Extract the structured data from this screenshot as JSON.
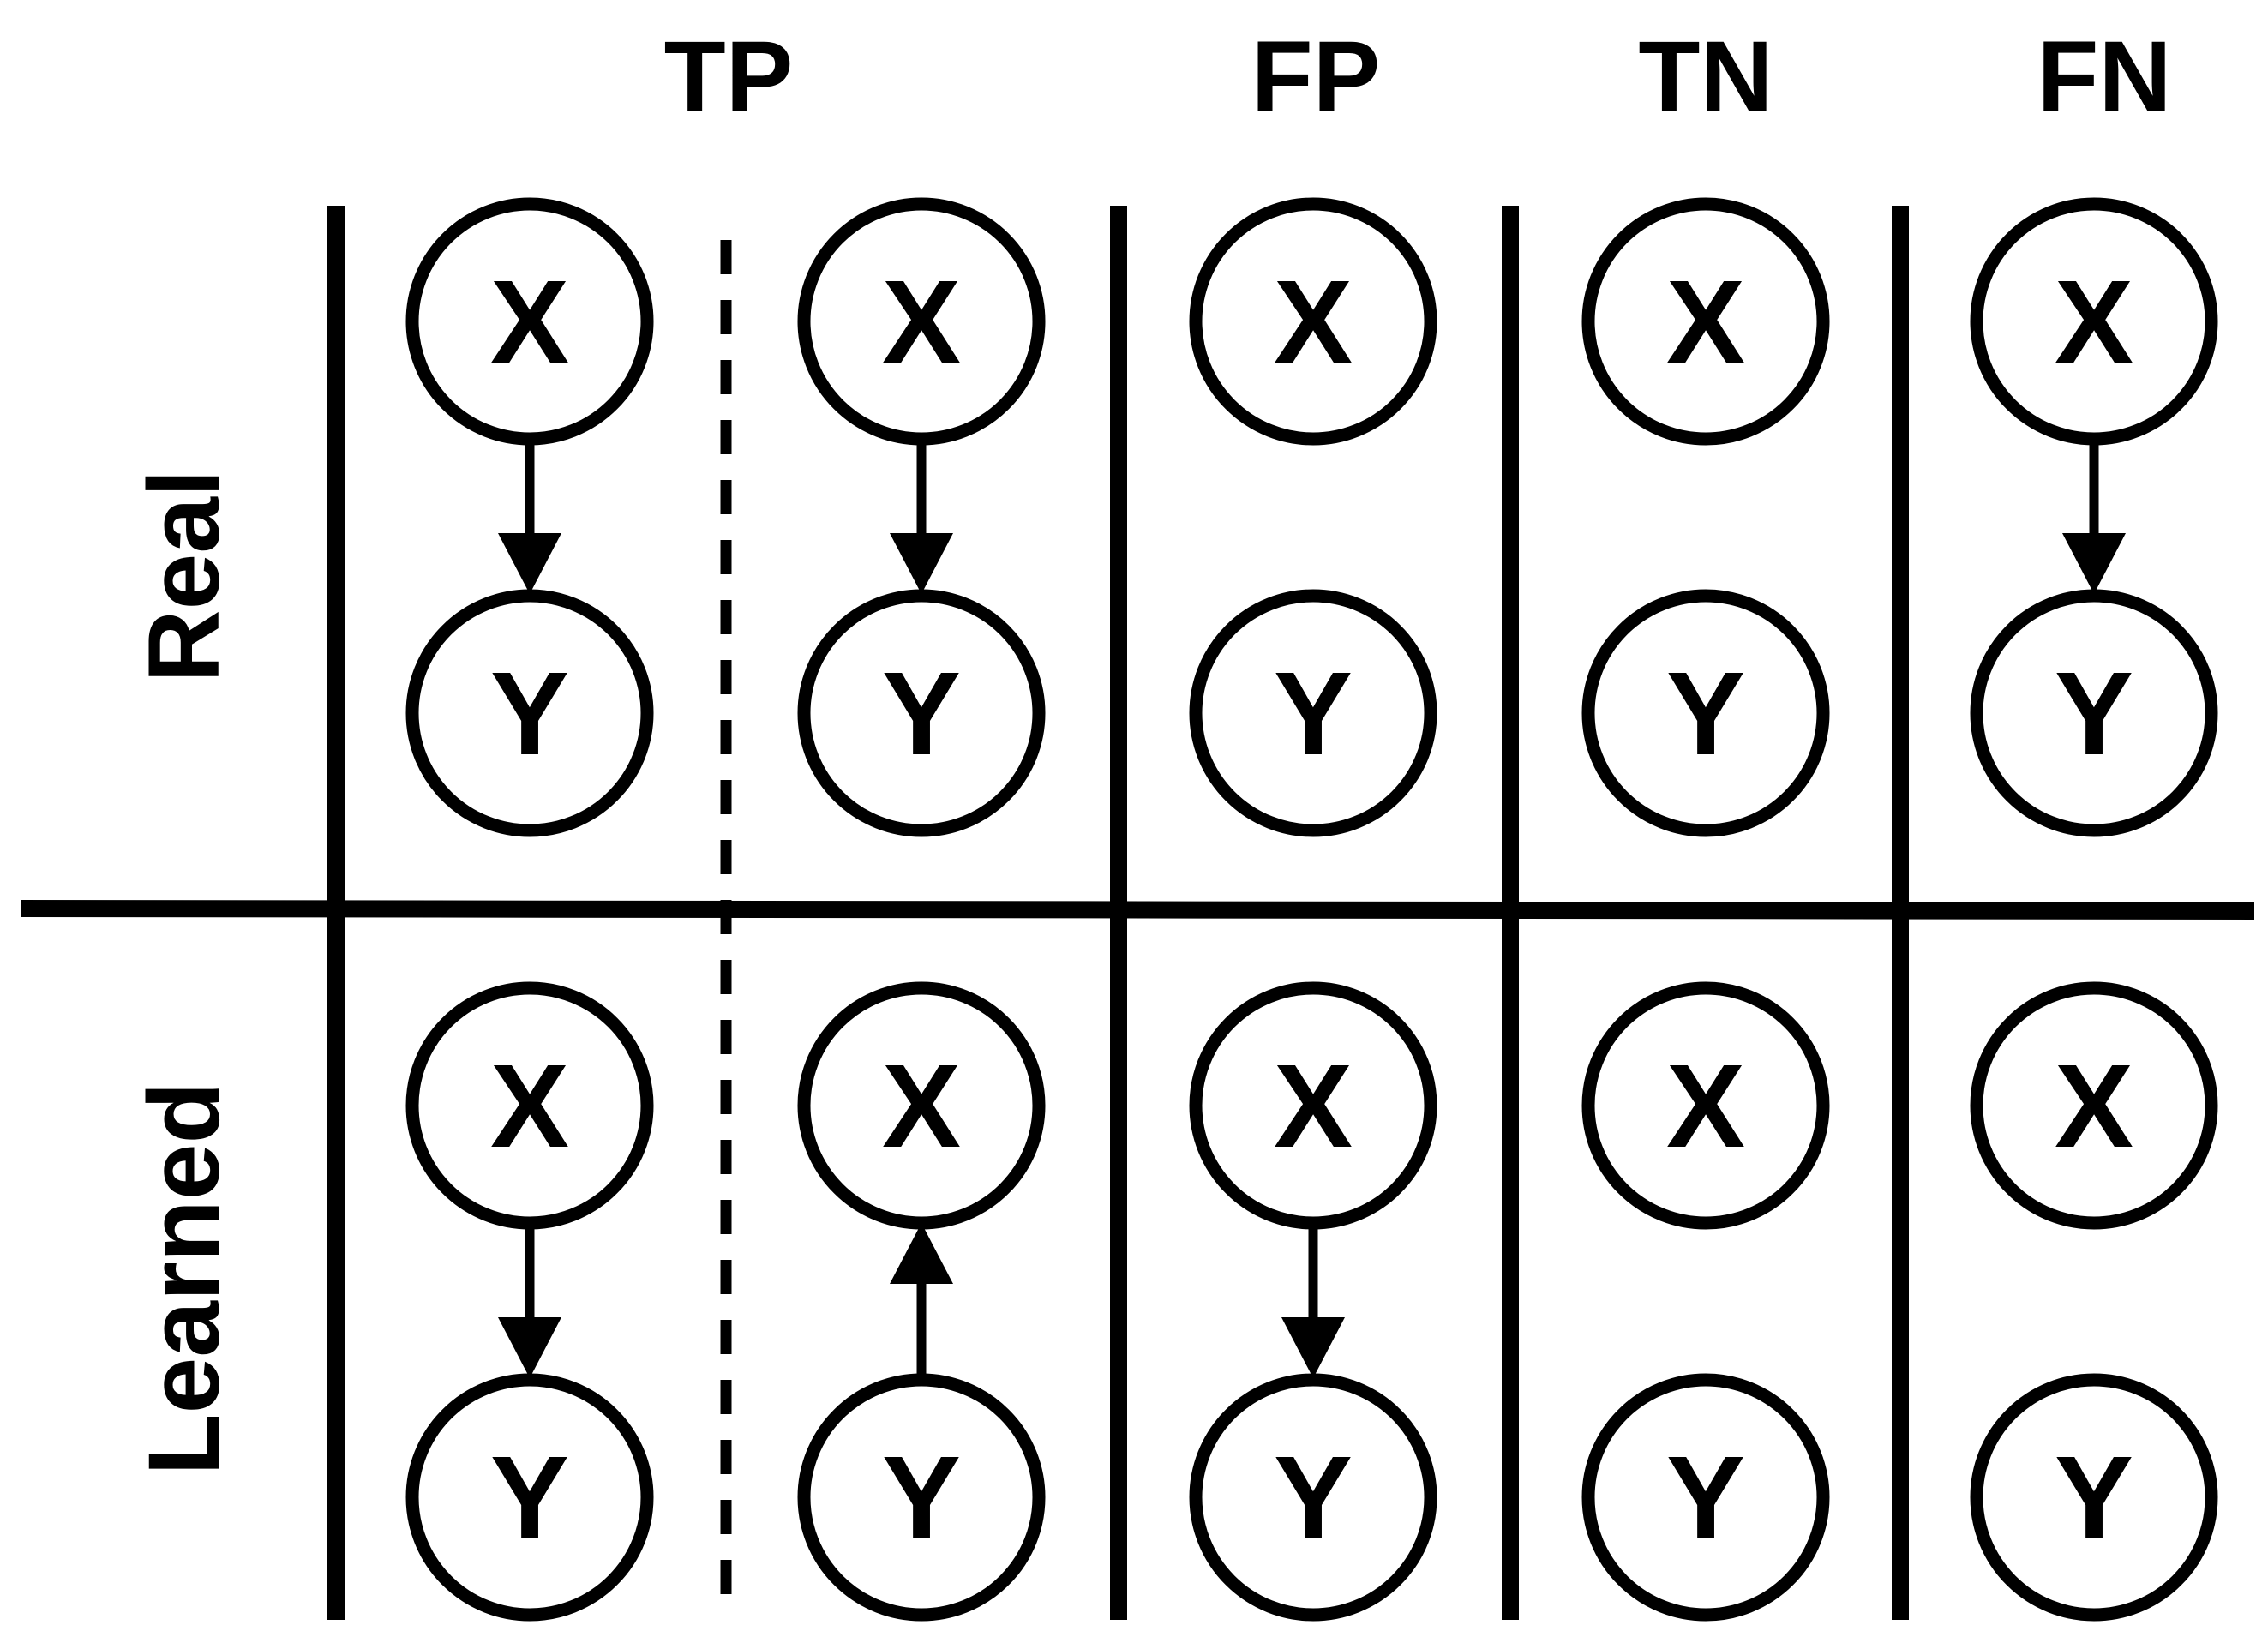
{
  "columns": [
    {
      "id": "tp",
      "label": "TP"
    },
    {
      "id": "fp",
      "label": "FP"
    },
    {
      "id": "tn",
      "label": "TN"
    },
    {
      "id": "fn",
      "label": "FN"
    }
  ],
  "rows": [
    {
      "id": "real",
      "label": "Real"
    },
    {
      "id": "learned",
      "label": "Learned"
    }
  ],
  "node_labels": {
    "x": "X",
    "y": "Y"
  },
  "cells": [
    {
      "row": "real",
      "column": "tp",
      "edge": "x-to-y"
    },
    {
      "row": "real",
      "column": "tp",
      "edge": "x-to-y"
    },
    {
      "row": "real",
      "column": "fp",
      "edge": "none"
    },
    {
      "row": "real",
      "column": "tn",
      "edge": "none"
    },
    {
      "row": "real",
      "column": "fn",
      "edge": "x-to-y"
    },
    {
      "row": "learned",
      "column": "tp",
      "edge": "x-to-y"
    },
    {
      "row": "learned",
      "column": "tp",
      "edge": "y-to-x"
    },
    {
      "row": "learned",
      "column": "fp",
      "edge": "x-to-y"
    },
    {
      "row": "learned",
      "column": "tn",
      "edge": "none"
    },
    {
      "row": "learned",
      "column": "fn",
      "edge": "none"
    }
  ],
  "colors": {
    "ink": "#000000",
    "background": "#ffffff"
  }
}
